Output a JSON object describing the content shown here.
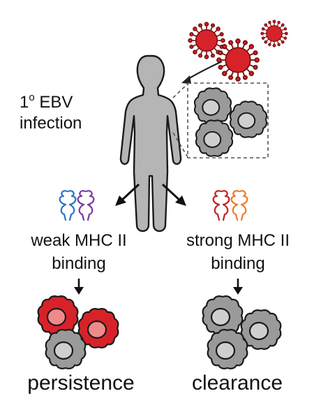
{
  "infection_label": {
    "superscript": "o",
    "line1_rest": "EBV",
    "line2": "infection"
  },
  "left_branch": {
    "line1": "weak MHC II",
    "line2": "binding",
    "outcome": "persistence"
  },
  "right_branch": {
    "line1": "strong MHC II",
    "line2": "binding",
    "outcome": "clearance"
  },
  "infection_number": "1",
  "colors": {
    "virus": "#d8222a",
    "infected_cell": "#d8222a",
    "uninfected_cell": "#9a9a9a",
    "body": "#b5b5b5",
    "hla_blue": "#2f76c9",
    "hla_purple": "#7b3fa3",
    "hla_red": "#c0272d",
    "hla_orange": "#ee7d2f"
  }
}
